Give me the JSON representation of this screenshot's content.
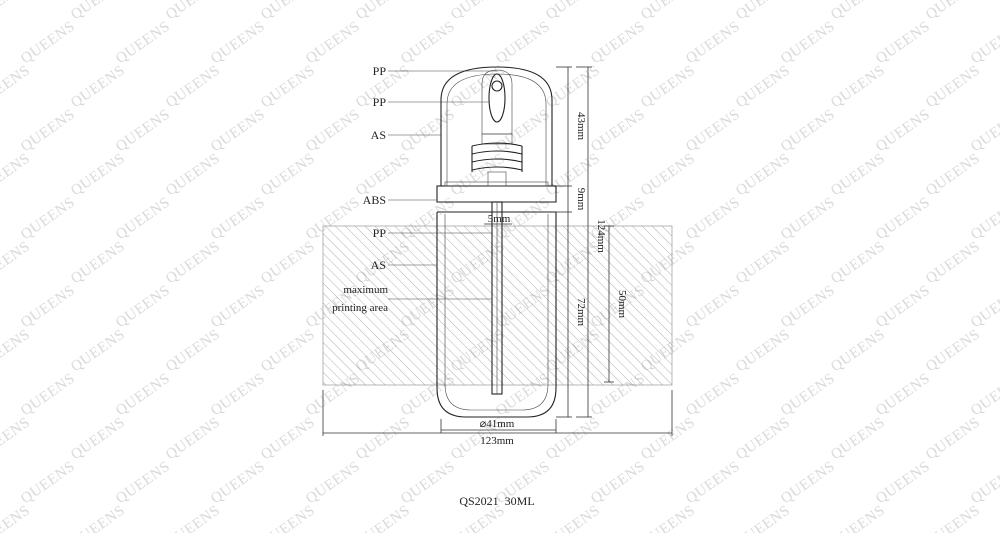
{
  "watermark": {
    "text": "QUEENS"
  },
  "labels": {
    "pp_top": "PP",
    "pp_button": "PP",
    "as_cap": "AS",
    "abs": "ABS",
    "pp_tube": "PP",
    "as_body": "AS",
    "printing_area": [
      "maximum",
      "printing area"
    ]
  },
  "dimensions": {
    "cap_height": "43mm",
    "collar_height": "9mm",
    "total_height": "124mm",
    "tube_width": "5mm",
    "body_height": "72mm",
    "print_height": "50mm",
    "diameter": "⌀41mm",
    "print_width": "123mm"
  },
  "caption": "QS2021  30ML"
}
